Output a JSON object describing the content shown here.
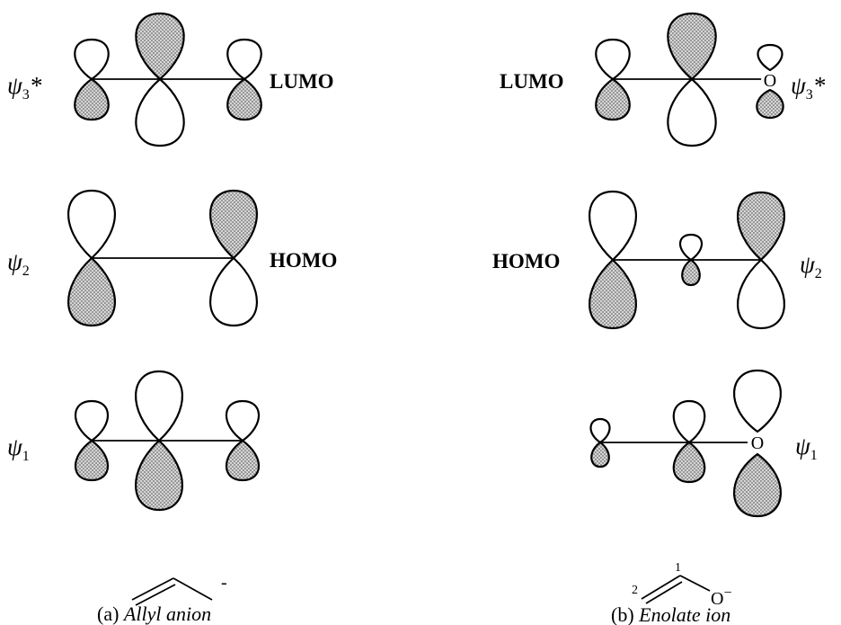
{
  "left": {
    "rows": [
      {
        "psi": "ψ",
        "sub": "3",
        "star": "*",
        "frontier": "LUMO"
      },
      {
        "psi": "ψ",
        "sub": "2",
        "star": "",
        "frontier": "HOMO"
      },
      {
        "psi": "ψ",
        "sub": "1",
        "star": "",
        "frontier": ""
      }
    ],
    "charge": "-",
    "caption_prefix": "(a) ",
    "caption_name": "Allyl anion"
  },
  "right": {
    "rows": [
      {
        "psi": "ψ",
        "sub": "3",
        "star": "*",
        "frontier": "LUMO"
      },
      {
        "psi": "ψ",
        "sub": "2",
        "star": "",
        "frontier": "HOMO"
      },
      {
        "psi": "ψ",
        "sub": "1",
        "star": "",
        "frontier": ""
      }
    ],
    "oxygen": "O",
    "enolate_oxygen": "O",
    "enolate_charge": "−",
    "num1": "1",
    "num2": "2",
    "caption_prefix": "(b) ",
    "caption_name": "Enolate ion"
  },
  "colors": {
    "stipple": "#b8b8b8",
    "line": "#000000"
  }
}
